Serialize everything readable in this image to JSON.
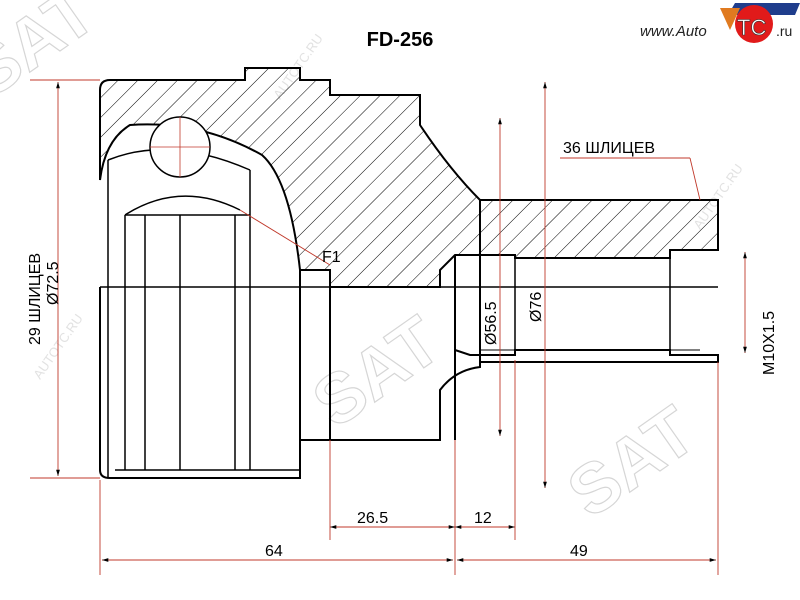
{
  "title": "FD-256",
  "logo": {
    "prefix": "www.Auto",
    "mark": "TC",
    "suffix": ".ru",
    "red": "#e11a1a",
    "blue": "#1f3d8c",
    "orange": "#e07a20"
  },
  "watermarks": {
    "brand": "SAT",
    "site": "AUTOTC.RU"
  },
  "labels": {
    "left_splines": "29 ШЛИЦЕВ",
    "left_diameter": "Ø72.5",
    "right_splines": "36 ШЛИЦЕВ",
    "f1": "F1",
    "d56": "Ø56.5",
    "d76": "Ø76",
    "thread": "M10X1.5",
    "dim_26_5": "26.5",
    "dim_12": "12",
    "dim_64": "64",
    "dim_49": "49"
  },
  "colors": {
    "dimension_line": "#c0392b",
    "outline": "#000000"
  }
}
